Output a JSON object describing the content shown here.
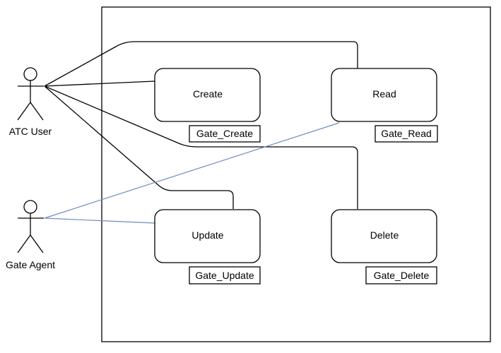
{
  "actors": [
    {
      "name": "ATC User"
    },
    {
      "name": "Gate Agent"
    }
  ],
  "use_cases": [
    {
      "label": "Create",
      "tag": "Gate_Create"
    },
    {
      "label": "Read",
      "tag": "Gate_Read"
    },
    {
      "label": "Update",
      "tag": "Gate_Update"
    },
    {
      "label": "Delete",
      "tag": "Gate_Delete"
    }
  ],
  "colors": {
    "line": "#000000",
    "agent_line": "#6c8ebf",
    "background": "#ffffff"
  }
}
